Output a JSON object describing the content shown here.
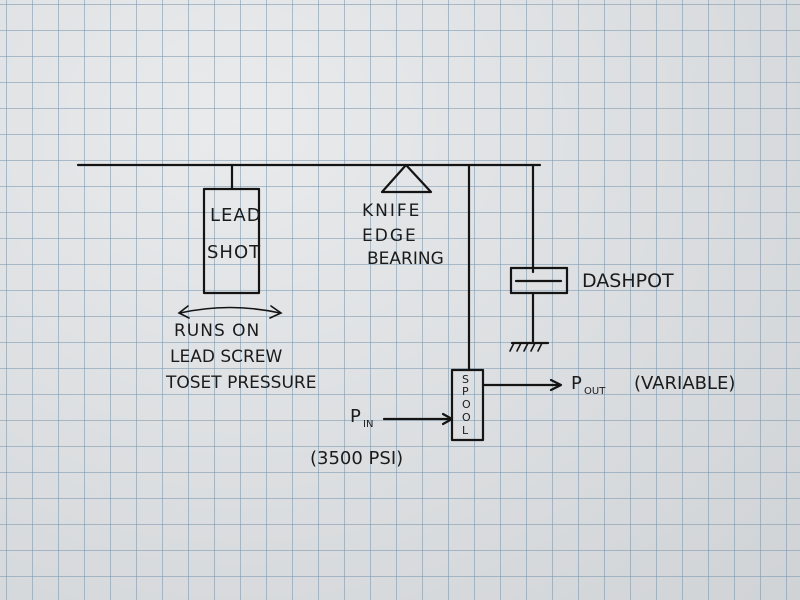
{
  "diagram": {
    "lead_shot": {
      "line1": "LEAD",
      "line2": "SHOT"
    },
    "lead_screw_note": {
      "line1": "RUNS ON",
      "line2": "LEAD SCREW",
      "line3": "TOSET PRESSURE"
    },
    "bearing": {
      "line1": "KNIFE",
      "line2": "EDGE",
      "line3": "BEARING"
    },
    "dashpot": "DASHPOT",
    "spool": [
      "S",
      "P",
      "O",
      "O",
      "L"
    ],
    "p_in": {
      "symbol": "P",
      "subscript": "IN",
      "note": "(3500 PSI)"
    },
    "p_out": {
      "symbol": "P",
      "subscript": "OUT",
      "note": "(VARIABLE)"
    }
  }
}
